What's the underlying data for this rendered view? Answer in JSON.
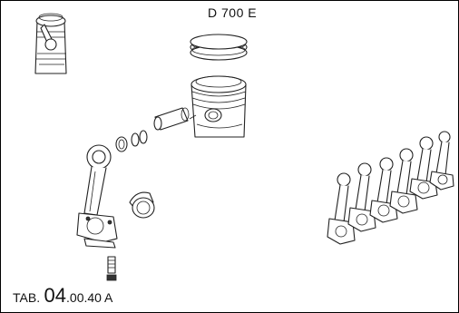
{
  "header": {
    "model_code": "D 700 E"
  },
  "footer": {
    "tab_prefix": "TAB.",
    "tab_number": "04",
    "tab_suffix": ".00.40 A"
  }
}
